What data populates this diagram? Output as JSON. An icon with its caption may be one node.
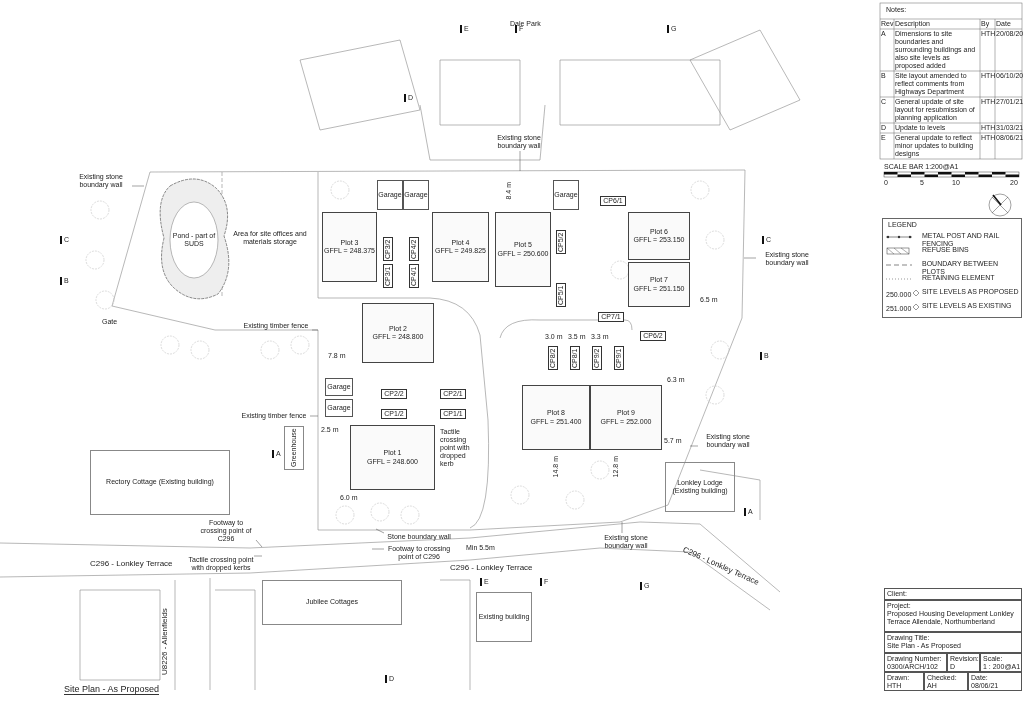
{
  "diagram": {
    "title": "Site Plan - As Proposed",
    "nodes": [
      {
        "text": [
          "Pond - part of SUDS"
        ]
      },
      {
        "text": [
          "Area for site offices and materials storage"
        ]
      },
      {
        "text": [
          "Plot 3",
          "GFFL = 248.375"
        ]
      },
      {
        "text": [
          "Plot 4",
          "GFFL = 249.825"
        ]
      },
      {
        "text": [
          "Plot 5",
          "GFFL = 250.600"
        ]
      },
      {
        "text": [
          "Plot 6",
          "GFFL = 253.150"
        ]
      },
      {
        "text": [
          "Plot 7",
          "GFFL = 251.150"
        ]
      },
      {
        "text": [
          "Plot 2",
          "GFFL = 248.800"
        ]
      },
      {
        "text": [
          "Plot 1",
          "GFFL = 248.600"
        ]
      },
      {
        "text": [
          "Plot 8",
          "GFFL = 251.400"
        ]
      },
      {
        "text": [
          "Plot 9",
          "GFFL = 252.000"
        ]
      },
      {
        "text": [
          "Garage"
        ]
      },
      {
        "text": [
          "Garage"
        ]
      },
      {
        "text": [
          "Garage"
        ]
      },
      {
        "text": [
          "Garage"
        ]
      },
      {
        "text": [
          "Garage"
        ]
      },
      {
        "text": [
          "CP3/2"
        ]
      },
      {
        "text": [
          "CP4/2"
        ]
      },
      {
        "text": [
          "CP3/1"
        ]
      },
      {
        "text": [
          "CP4/1"
        ]
      },
      {
        "text": [
          "CP5/2"
        ]
      },
      {
        "text": [
          "CP5/1"
        ]
      },
      {
        "text": [
          "CP6/1"
        ]
      },
      {
        "text": [
          "CP7/1"
        ]
      },
      {
        "text": [
          "CP6/2"
        ]
      },
      {
        "text": [
          "CP8/2"
        ]
      },
      {
        "text": [
          "CP8/1"
        ]
      },
      {
        "text": [
          "CP9/2"
        ]
      },
      {
        "text": [
          "CP9/1"
        ]
      },
      {
        "text": [
          "CP2/2"
        ]
      },
      {
        "text": [
          "CP2/1"
        ]
      },
      {
        "text": [
          "CP1/2"
        ]
      },
      {
        "text": [
          "CP1/1"
        ]
      },
      {
        "text": [
          "Rectory Cottage (Existing building)"
        ]
      },
      {
        "text": [
          "Greenhouse"
        ]
      },
      {
        "text": [
          "Lonkley Lodge (Existing building)"
        ]
      },
      {
        "text": [
          "Existing building"
        ]
      },
      {
        "text": [
          "Jubilee Cottages"
        ]
      },
      {
        "text": [
          "Existing stone boundary wall"
        ]
      },
      {
        "text": [
          "Existing timber fence"
        ]
      },
      {
        "text": [
          "Existing timber fence"
        ]
      },
      {
        "text": [
          "Existing stone boundary wall"
        ]
      },
      {
        "text": [
          "Existing stone boundary wall"
        ]
      },
      {
        "text": [
          "Existing stone boundary wall"
        ]
      },
      {
        "text": [
          "Existing stone boundary wall"
        ]
      },
      {
        "text": [
          "Footway to crossing point of C296"
        ]
      },
      {
        "text": [
          "Tactile crossing point with dropped kerbs"
        ]
      },
      {
        "text": [
          "Stone boundary wall"
        ]
      },
      {
        "text": [
          "Footway to crossing point of C296"
        ]
      },
      {
        "text": [
          "Client:"
        ]
      },
      {
        "text": [
          "Project:",
          "Proposed Housing Development Lonkley Terrace Allendale, Northumberland"
        ]
      },
      {
        "text": [
          "Drawing Title:",
          "Site Plan - As Proposed"
        ]
      },
      {
        "text": [
          "Drawing Number:",
          "0300/ARCH/102"
        ]
      },
      {
        "text": [
          "Revision:",
          "D"
        ]
      },
      {
        "text": [
          "Scale:",
          "1 : 200@A1"
        ]
      },
      {
        "text": [
          "Drawn:",
          "HTH"
        ]
      },
      {
        "text": [
          "Checked:",
          "AH"
        ]
      },
      {
        "text": [
          "Date:",
          "08/06/21"
        ]
      }
    ],
    "edges": [
      {
        "from": 38,
        "to": null,
        "arrow": "none"
      },
      {
        "from": 39,
        "to": null,
        "arrow": "none"
      },
      {
        "from": 40,
        "to": null,
        "arrow": "none"
      },
      {
        "from": 41,
        "to": null,
        "arrow": "none"
      },
      {
        "from": 42,
        "to": null,
        "arrow": "none"
      },
      {
        "from": 43,
        "to": null,
        "arrow": "none"
      },
      {
        "from": 44,
        "to": null,
        "arrow": "none"
      },
      {
        "from": 45,
        "to": null,
        "arrow": "none"
      },
      {
        "from": 46,
        "to": null,
        "arrow": "none"
      },
      {
        "from": 47,
        "to": null,
        "arrow": "none"
      },
      {
        "from": 48,
        "to": null,
        "arrow": "none"
      }
    ],
    "labels": [
      "Dale Park",
      "E",
      "F",
      "G",
      "C",
      "B",
      "C",
      "B",
      "A",
      "A",
      "E",
      "F",
      "G",
      "D",
      "D",
      "C296 - Lonkley Terrace",
      "C296 - Lonkley Terrace",
      "C296 - Lonkley Terrace",
      "U8226 - Allenfields",
      "Gate",
      "Tactile crossing point with dropped kerb",
      "7.8 m",
      "2.5 m",
      "6.0 m",
      "3.0 m",
      "3.5 m",
      "3.3 m",
      "6.3 m",
      "5.7 m",
      "6.5 m",
      "Min 5.5m",
      "14.8 m",
      "12.8 m",
      "8.4 m",
      "Notes:",
      "Rev",
      "Description",
      "By",
      "Date",
      "A",
      "Dimensions to site boundaries and surrounding buildings and also site levels as proposed added",
      "HTH",
      "20/08/20",
      "B",
      "Site layout amended to reflect comments from Highways Department",
      "HTH",
      "06/10/20",
      "C",
      "General update of site layout for resubmission of planning application",
      "HTH",
      "27/01/21",
      "D",
      "Update to levels",
      "HTH",
      "31/03/21",
      "E",
      "General update to reflect minor updates to building designs",
      "HTH",
      "08/06/21",
      "SCALE BAR 1:200@A1",
      "0",
      "5",
      "10",
      "20",
      "LEGEND",
      "250.000",
      "251.000"
    ],
    "legend": [
      {
        "text": "METAL POST AND RAIL FENCING"
      },
      {
        "text": "REFUSE BINS"
      },
      {
        "text": "BOUNDARY BETWEEN PLOTS"
      },
      {
        "text": "RETAINING ELEMENT"
      },
      {
        "text": "SITE LEVELS AS PROPOSED"
      },
      {
        "text": "SITE LEVELS AS EXISTING"
      }
    ]
  }
}
